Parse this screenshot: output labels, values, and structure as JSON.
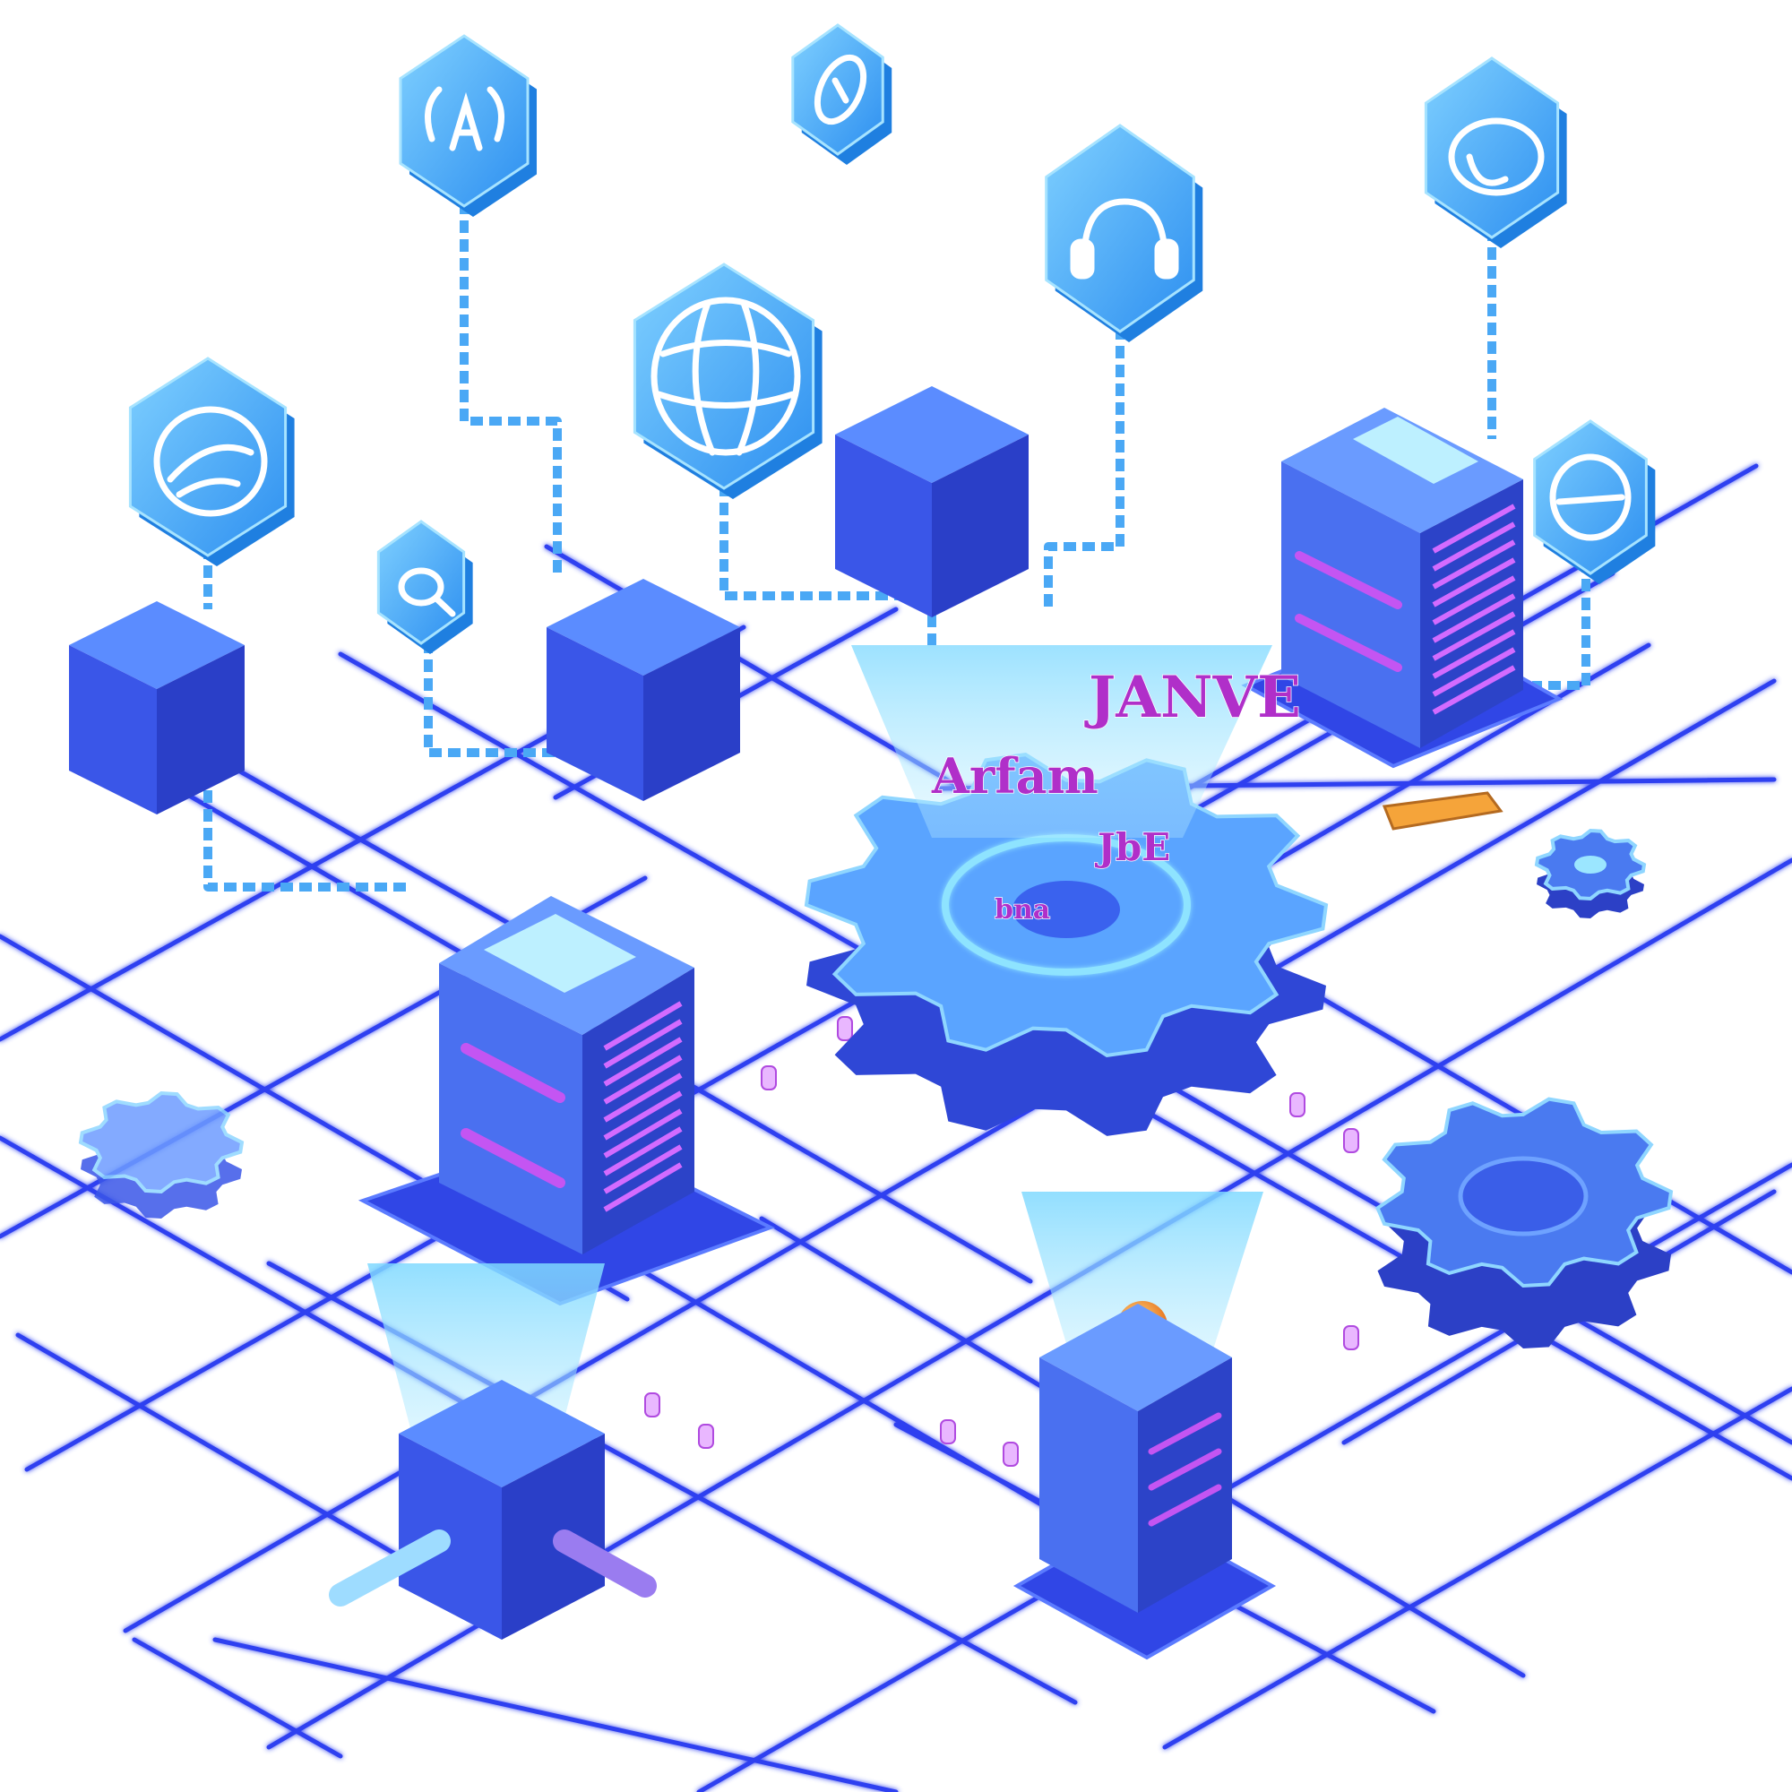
{
  "scene": {
    "hologram_texts": [
      "JANVE",
      "Arfam",
      "JbE",
      "bna"
    ]
  },
  "colors": {
    "grid_line": "#2f3ff0",
    "cube_top": "#5b8cff",
    "cube_left": "#3a56e8",
    "cube_right": "#2a3fc8",
    "hex_face": "#3fb0f7",
    "hex_edge": "#1f7fe0",
    "hologram": "#7fd9ff",
    "accent_pink": "#c84ff0",
    "accent_orange": "#f5a43a"
  },
  "icons": [
    "wifi-signal-icon",
    "letter-a-icon",
    "link-icon",
    "globe-icon",
    "headphones-icon",
    "cloud-icon",
    "chat-bubble-icon",
    "search-icon"
  ]
}
